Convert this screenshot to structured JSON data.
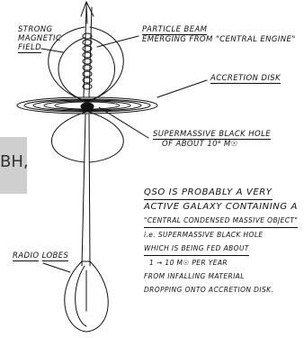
{
  "labels": {
    "strong_field": [
      "STRONG",
      "MAGNETIC",
      "FIELD"
    ],
    "particle_beam": [
      "PARTICLE BEAM",
      "EMERGING FROM \"CENTRAL ENGINE\""
    ],
    "accretion_disk": "ACCRETION DISK",
    "black_hole": [
      "SUPERMASSIVE BLACK HOLE",
      "OF ABOUT  10⁸ M☉"
    ],
    "radio_lobes": [
      "RADIO",
      "LOBES"
    ]
  },
  "notes": {
    "lines": [
      "QSO IS PROBABLY A VERY",
      "ACTIVE GALAXY CONTAINING A",
      "\"CENTRAL CONDENSED MASSIVE OBJECT\"",
      "i.e. SUPERMASSIVE BLACK HOLE",
      "WHICH IS BEING FED ABOUT",
      "1 → 10 M☉  PER YEAR",
      "FROM INFALLING MATERIAL",
      "DROPPING ONTO ACCRETION DISK."
    ]
  },
  "cropped_text": "BH,"
}
